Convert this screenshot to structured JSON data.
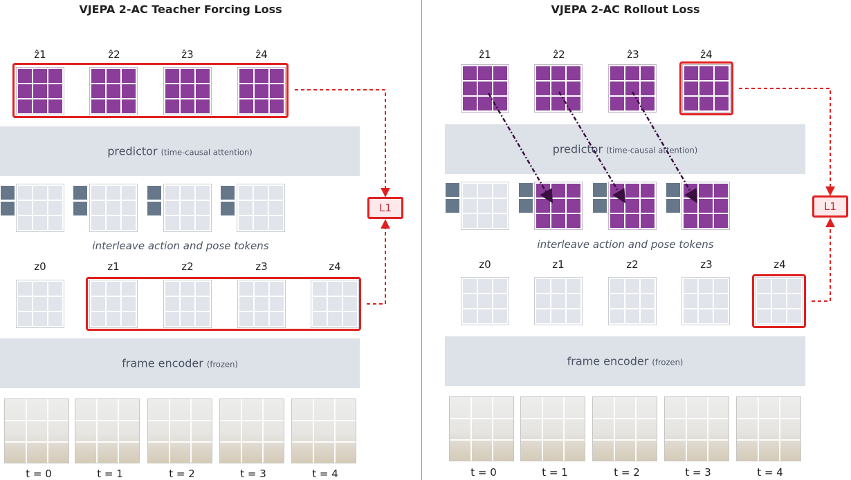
{
  "left": {
    "title": "VJEPA 2-AC Teacher Forcing Loss",
    "predictor_label": "predictor",
    "predictor_sub": "(time-causal attention)",
    "interleave_label": "interleave action and pose tokens",
    "encoder_label": "frame encoder",
    "encoder_sub": "(frozen)",
    "loss_label": "L1",
    "pred_tokens": [
      "ẑ1",
      "ẑ2",
      "ẑ3",
      "ẑ4"
    ],
    "enc_tokens": [
      "z0",
      "z1",
      "z2",
      "z3",
      "z4"
    ],
    "time_labels": [
      "t = 0",
      "t = 1",
      "t = 2",
      "t = 3",
      "t = 4"
    ]
  },
  "right": {
    "title": "VJEPA 2-AC Rollout Loss",
    "predictor_label": "predictor",
    "predictor_sub": "(time-causal attention)",
    "interleave_label": "interleave action and pose tokens",
    "encoder_label": "frame encoder",
    "encoder_sub": "(frozen)",
    "loss_label": "L1",
    "pred_tokens": [
      "ẑ1",
      "ẑ2",
      "ẑ3",
      "ẑ4"
    ],
    "enc_tokens": [
      "z0",
      "z1",
      "z2",
      "z3",
      "z4"
    ],
    "time_labels": [
      "t = 0",
      "t = 1",
      "t = 2",
      "t = 3",
      "t = 4"
    ]
  },
  "colors": {
    "latent_predicted": "#8a3d99",
    "latent_empty": "#e1e4ea",
    "action_token": "#66778a",
    "block": "#dde1e8",
    "loss_highlight": "#e02020"
  },
  "icons": [
    "robot-arm-frame-image"
  ]
}
